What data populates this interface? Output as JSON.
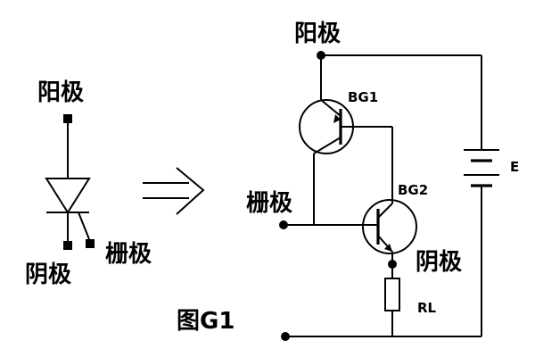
{
  "figure": {
    "caption": "图G1"
  },
  "symbol": {
    "anode_label": "阳极",
    "cathode_label": "阴极",
    "gate_label": "栅极"
  },
  "circuit": {
    "anode_label": "阳极",
    "gate_label": "栅极",
    "cathode_label": "阴极",
    "transistor_1_label": "BG1",
    "transistor_2_label": "BG2",
    "resistor_label": "RL",
    "battery_label": "E"
  }
}
